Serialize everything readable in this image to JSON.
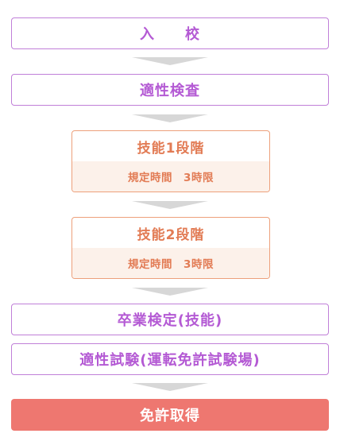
{
  "steps": {
    "enrollment": "入　　校",
    "aptitude": "適性検査",
    "stage1": {
      "title": "技能1段階",
      "note": "規定時間　3時限"
    },
    "stage2": {
      "title": "技能2段階",
      "note": "規定時間　3時限"
    },
    "graduation": "卒業検定(技能)",
    "exam": "適性試験(運転免許試験場)",
    "license": "免許取得"
  },
  "colors": {
    "purple": "#b45ad4",
    "orange": "#e27b54",
    "final_bg": "#ee7770",
    "arrow": "#d7d7d7"
  }
}
